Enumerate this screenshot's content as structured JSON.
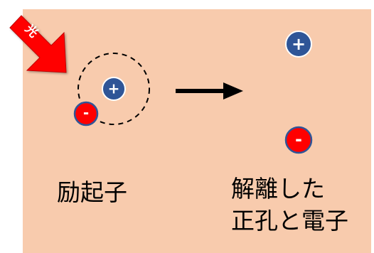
{
  "light_label": "光",
  "hole_symbol": "+",
  "electron_symbol": "-",
  "exciton_label": "励起子",
  "result_label_line1": "解離した",
  "result_label_line2": "正孔と電子",
  "colors": {
    "background": "#f8cbad",
    "hole": "#2f5597",
    "electron": "#ff0000",
    "light_arrow": "#ff0000",
    "process_arrow": "#000000"
  }
}
